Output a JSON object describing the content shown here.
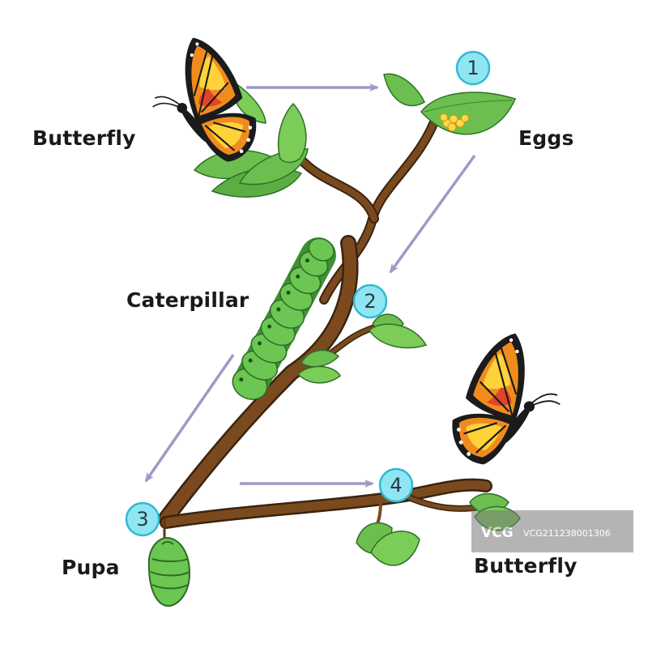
{
  "stages": [
    {
      "number": "1",
      "label": "Eggs"
    },
    {
      "number": "2",
      "label": "Caterpillar"
    },
    {
      "number": "3",
      "label": "Pupa"
    },
    {
      "number": "4",
      "label": "Butterfly"
    }
  ],
  "adult_label": "Butterfly",
  "watermark": {
    "logo": "VCG",
    "id": "VCG211238001306"
  },
  "colors": {
    "branch": "#7a4a1e",
    "leaf": "#6cbf4e",
    "leaf_dark": "#3f8f35",
    "arrow": "#9f98c8",
    "badge_fill": "#8fe6f2",
    "badge_stroke": "#33b9d3",
    "caterpillar": "#5fb54a",
    "wing_orange": "#f08c1e",
    "wing_yellow": "#ffd23a",
    "wing_red": "#e0442a"
  }
}
